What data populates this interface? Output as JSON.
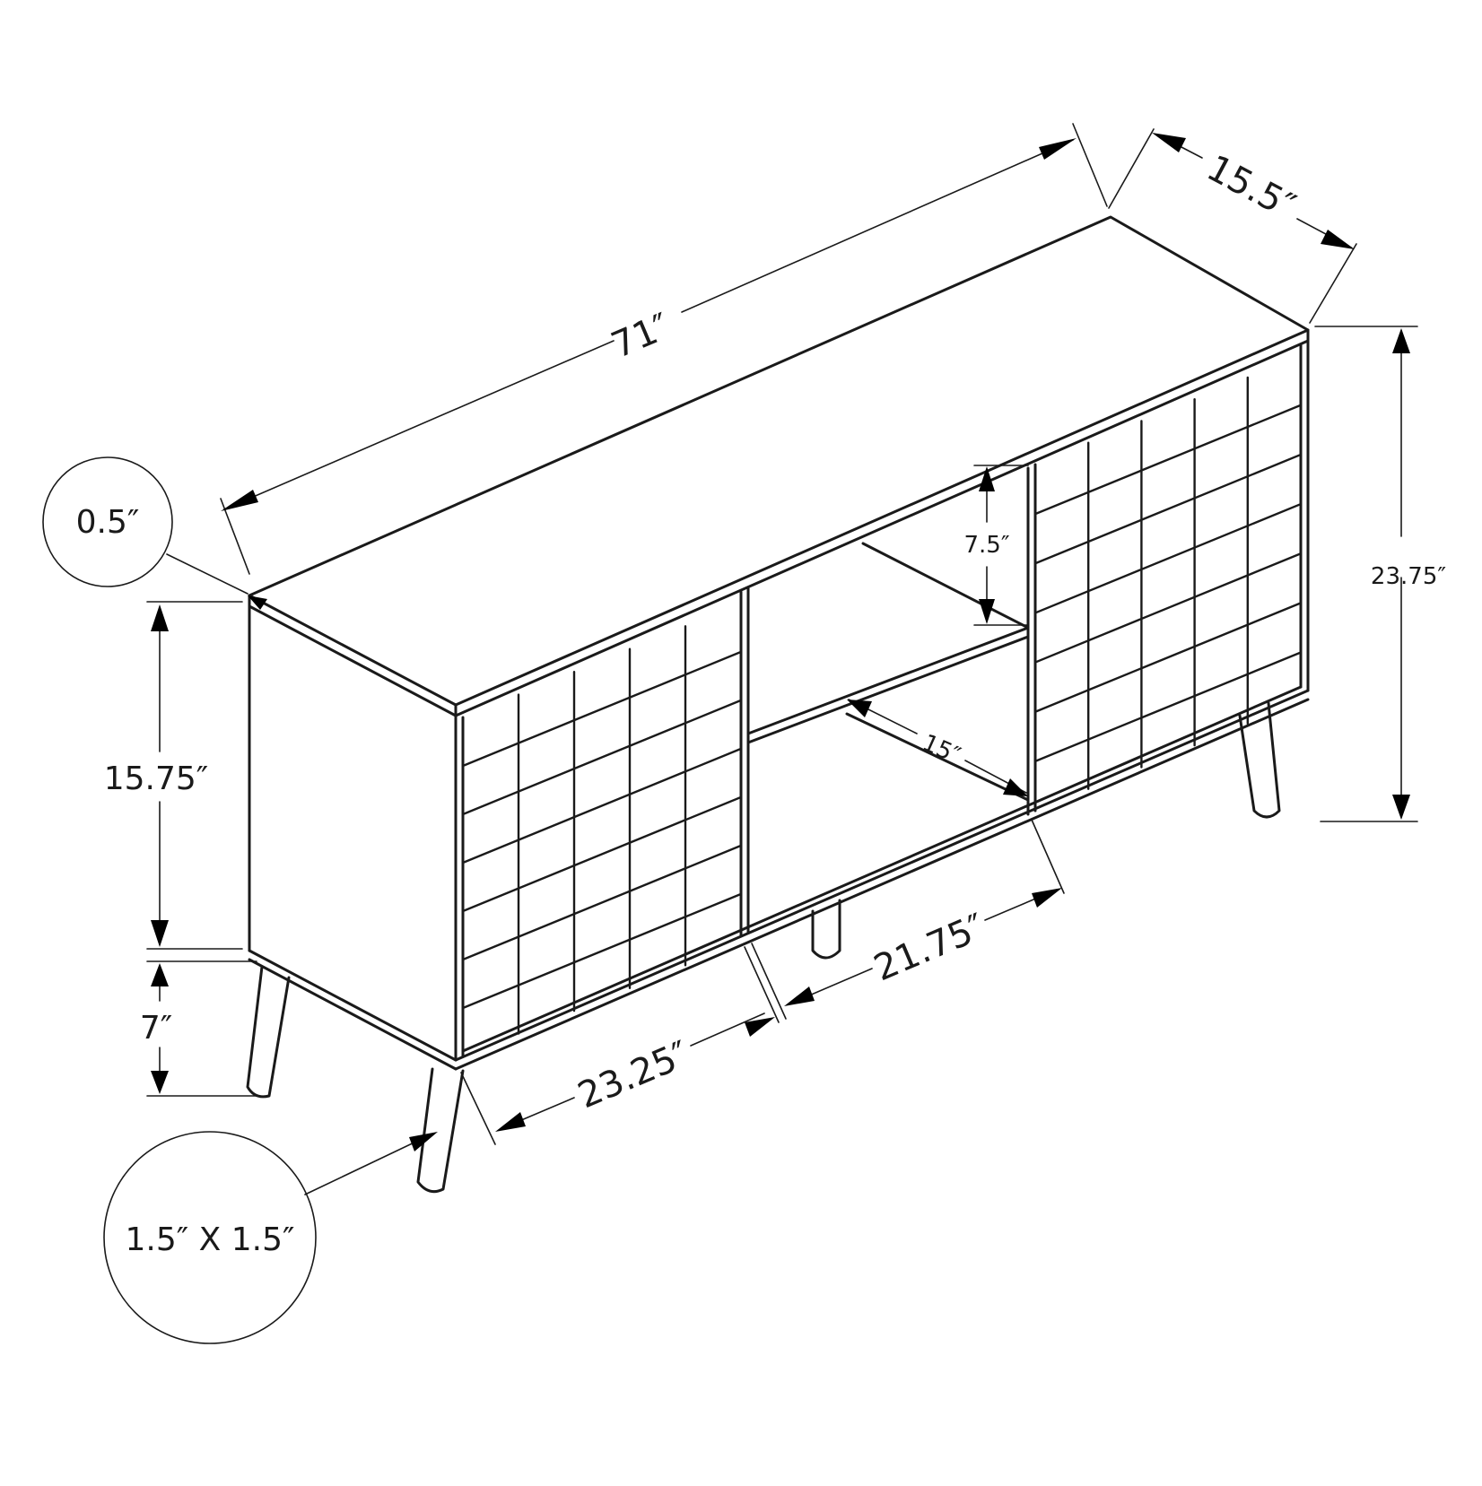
{
  "diagram": {
    "title": "TV stand dimension drawing",
    "line_color": "#1a1a1a",
    "background": "#ffffff",
    "dimensions": {
      "overall_width": "71″",
      "overall_depth": "15.5″",
      "overall_height": "23.75″",
      "top_thickness": "0.5″",
      "cabinet_body_height": "15.75″",
      "leg_height": "7″",
      "leg_size": "1.5″ X 1.5″",
      "shelf_opening_height": "7.5″",
      "shelf_depth": "15″",
      "left_door_width": "23.25″",
      "center_opening_width": "21.75″"
    },
    "features": {
      "door_count": 2,
      "door_pattern": "grid",
      "center_shelf_count": 1,
      "leg_count": 4,
      "leg_style": "tapered angled"
    }
  }
}
